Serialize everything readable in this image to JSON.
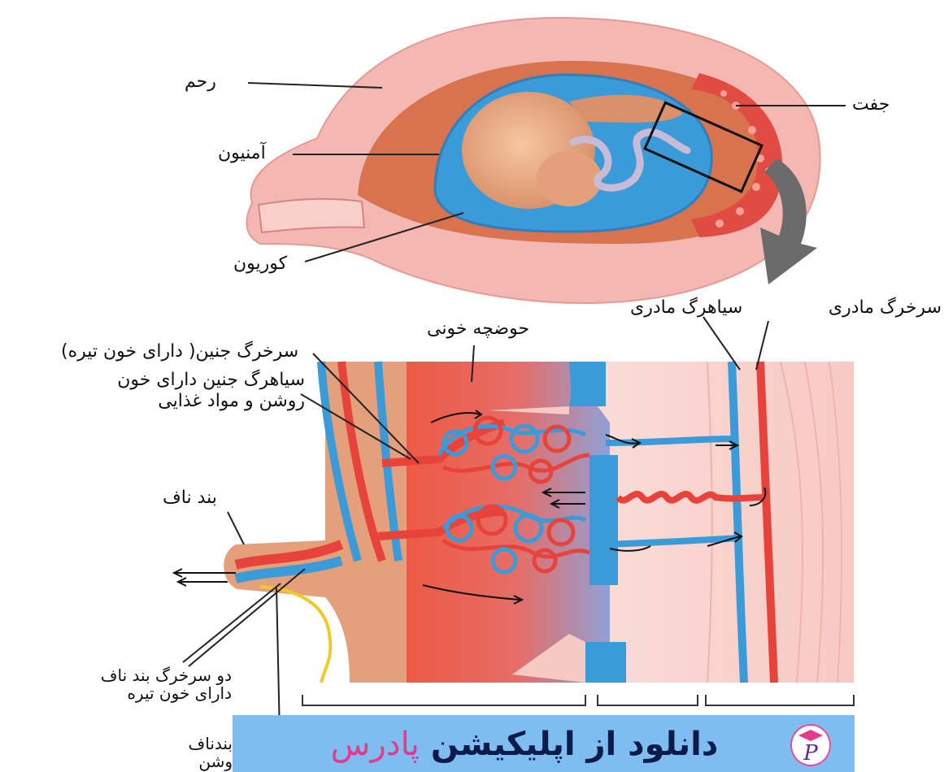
{
  "labels": {
    "uterus": "رحم",
    "amnion": "آمنیون",
    "chorion": "کوریون",
    "placenta": "جفت",
    "maternal_artery": "سرخرگ مادری",
    "maternal_vein": "سیاهرگ مادری",
    "blood_pool": "حوضچه خونی",
    "fetal_artery": "سرخرگ جنین( دارای خون تیره)",
    "fetal_vein_line1": "سیاهرگ جنین دارای خون",
    "fetal_vein_line2": "روشن و مواد غذایی",
    "umbilical_cord": "بند ناف",
    "two_arteries_line1": "دو سرخرگ بند ناف",
    "two_arteries_line2": "دارای خون تیره",
    "cord_vein_line1": "بندناف",
    "cord_vein_line2": "وشن"
  },
  "banner": {
    "text": "دانلود از اپلیکیشن",
    "brand": "پادرس",
    "logo_letter": "P"
  },
  "colors": {
    "uterus_pink": "#f4b2ae",
    "amnion_blue": "#3b9ad8",
    "maternal_red": "#e8433a",
    "banner_bg": "#7fbdf0",
    "brand_pink": "#e5398c"
  }
}
